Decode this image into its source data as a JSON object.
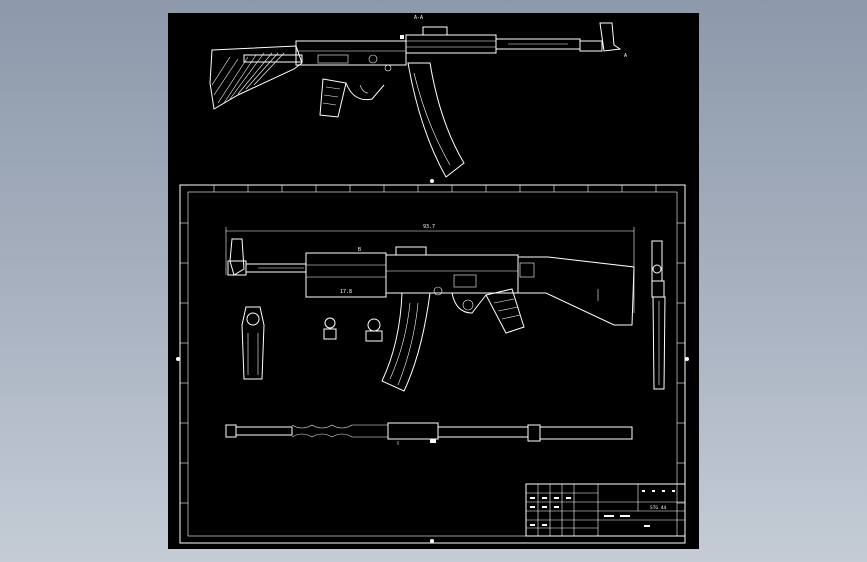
{
  "viewport": {
    "background": "#97a3b4"
  },
  "sheet": {
    "background": "#000000",
    "line_color": "#ffffff"
  },
  "views": [
    {
      "name": "side-view-top"
    },
    {
      "name": "front-view"
    },
    {
      "name": "right-side-view"
    },
    {
      "name": "top-view"
    }
  ],
  "dimensions": {
    "overall_length": "93.7",
    "barrel_dim": "17.8"
  },
  "title_block": {
    "drawing_no": "STG 44"
  }
}
